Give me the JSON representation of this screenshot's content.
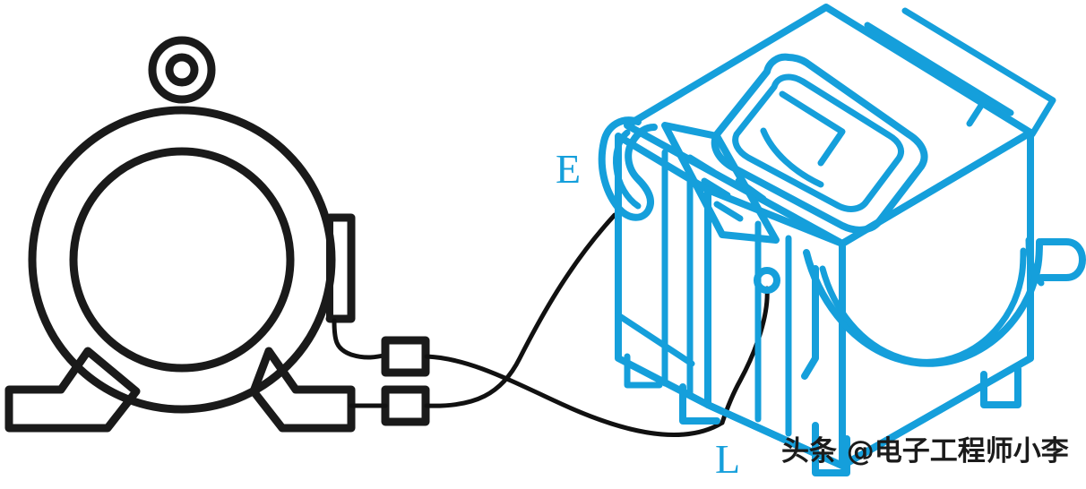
{
  "diagram": {
    "title": "Electric motor earthing connection to washing machine",
    "type": "line-art-wiring-illustration",
    "background_color": "#ffffff",
    "motor_color": "#1a1a1a",
    "appliance_color": "#159FDB",
    "wire_color": "#111111"
  },
  "labels": {
    "earth": "E",
    "live": "L"
  },
  "watermark": {
    "text": "头条 @电子工程师小李",
    "color": "#1b1b1b"
  },
  "motor": {
    "name": "electric-motor",
    "parts": [
      "lifting-eye",
      "outer-housing-circle",
      "inner-bore-circle",
      "terminal-junction-box",
      "left-mounting-foot",
      "right-mounting-foot"
    ]
  },
  "terminals": [
    {
      "name": "terminal-block-upper",
      "label": ""
    },
    {
      "name": "terminal-block-lower",
      "label": ""
    }
  ],
  "appliance": {
    "name": "washing-machine",
    "parts": [
      "top-lid",
      "lid-window",
      "control-panel",
      "control-panel-buttons",
      "side-handle-left",
      "side-handle-right",
      "front-panel",
      "drain-hose-loop",
      "earth-screw-point",
      "legs"
    ]
  },
  "wires": [
    {
      "name": "earth-wire",
      "from": "terminal-block-lower",
      "to": "E"
    },
    {
      "name": "live-wire",
      "from": "terminal-block-upper",
      "to": "L"
    }
  ]
}
